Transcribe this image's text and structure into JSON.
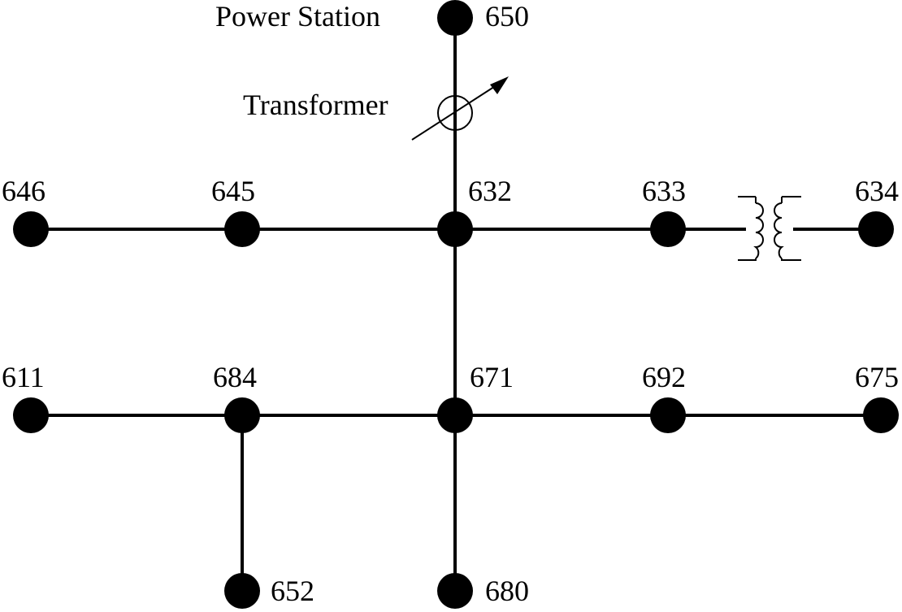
{
  "diagram": {
    "station_label": "Power Station",
    "transformer_label": "Transformer",
    "colors": {
      "line": "#000000",
      "node": "#000000",
      "background": "#ffffff"
    },
    "nodes": {
      "n650": "650",
      "n646": "646",
      "n645": "645",
      "n632": "632",
      "n633": "633",
      "n634": "634",
      "n611": "611",
      "n684": "684",
      "n671": "671",
      "n692": "692",
      "n675": "675",
      "n652": "652",
      "n680": "680"
    },
    "connections": [
      [
        "650",
        "632"
      ],
      [
        "646",
        "645"
      ],
      [
        "645",
        "632"
      ],
      [
        "632",
        "633"
      ],
      [
        "633",
        "634"
      ],
      [
        "632",
        "671"
      ],
      [
        "611",
        "684"
      ],
      [
        "684",
        "671"
      ],
      [
        "671",
        "692"
      ],
      [
        "692",
        "675"
      ],
      [
        "684",
        "652"
      ],
      [
        "671",
        "680"
      ]
    ],
    "symbols": {
      "regulator": "voltage-regulator-symbol",
      "transformer": "transformer-coil-symbol"
    }
  }
}
